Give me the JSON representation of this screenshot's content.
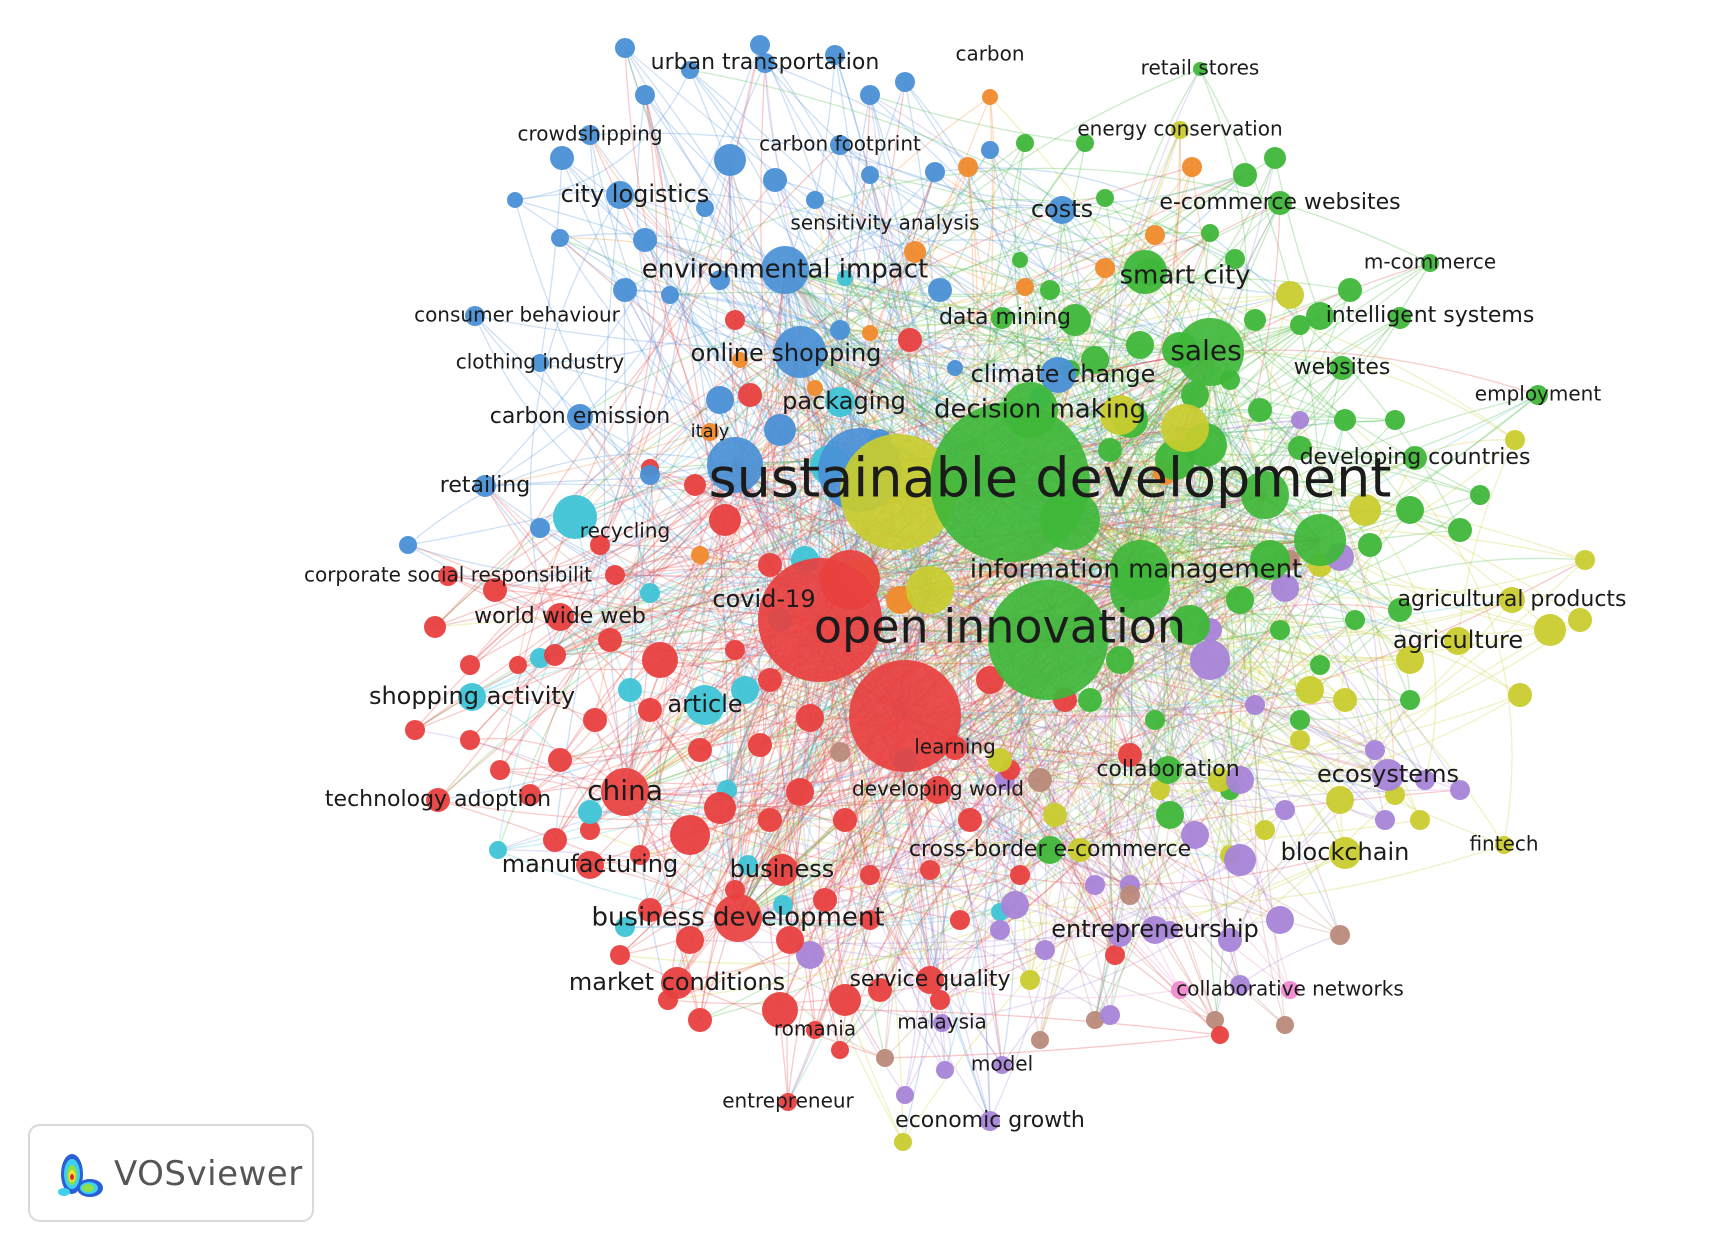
{
  "colors": {
    "red": "#e8403f",
    "green": "#3fb73a",
    "blue": "#4a90d6",
    "yellow": "#c9cc2e",
    "purple": "#a884d8",
    "cyan": "#3fc4d6",
    "orange": "#f08a2c",
    "brown": "#b98a7a",
    "pink": "#f08ad0"
  },
  "logo": {
    "text": "VOSviewer",
    "icon": "vosviewer-logo-icon"
  },
  "labels": {
    "sustainable_development": "sustainable development",
    "open_innovation": "open innovation",
    "covid_19": "covid-19",
    "information_management": "information management",
    "decision_making": "decision making",
    "sales": "sales",
    "smart_city": "smart city",
    "environmental_impact": "environmental impact",
    "city_logistics": "city logistics",
    "urban_transportation": "urban transportation",
    "crowdshipping": "crowdshipping",
    "carbon_footprint": "carbon footprint",
    "carbon": "carbon",
    "retail_stores": "retail stores",
    "energy_conservation": "energy conservation",
    "costs": "costs",
    "e_commerce_websites": "e-commerce websites",
    "sensitivity_analysis": "sensitivity analysis",
    "m_commerce": "m-commerce",
    "intelligent_systems": "intelligent systems",
    "consumer_behaviour": "consumer behaviour",
    "data_mining": "data mining",
    "clothing_industry": "clothing industry",
    "online_shopping": "online shopping",
    "websites": "websites",
    "climate_change": "climate change",
    "employment": "employment",
    "carbon_emission": "carbon emission",
    "packaging": "packaging",
    "italy": "italy",
    "developing_countries": "developing countries",
    "retailing": "retailing",
    "recycling": "recycling",
    "corporate_social_responsibility": "corporate social responsibilit",
    "agricultural_products": "agricultural products",
    "world_wide_web": "world wide web",
    "agriculture": "agriculture",
    "shopping_activity": "shopping activity",
    "article": "article",
    "learning": "learning",
    "collaboration": "collaboration",
    "ecosystems": "ecosystems",
    "technology_adoption": "technology adoption",
    "china": "china",
    "developing_world": "developing world",
    "cross_border_e_commerce": "cross-border e-commerce",
    "blockchain": "blockchain",
    "fintech": "fintech",
    "manufacturing": "manufacturing",
    "business": "business",
    "business_development": "business development",
    "entrepreneurship": "entrepreneurship",
    "market_conditions": "market conditions",
    "service_quality": "service quality",
    "collaborative_networks": "collaborative networks",
    "romania": "romania",
    "malaysia": "malaysia",
    "model": "model",
    "entrepreneur": "entrepreneur",
    "economic_growth": "economic growth"
  }
}
